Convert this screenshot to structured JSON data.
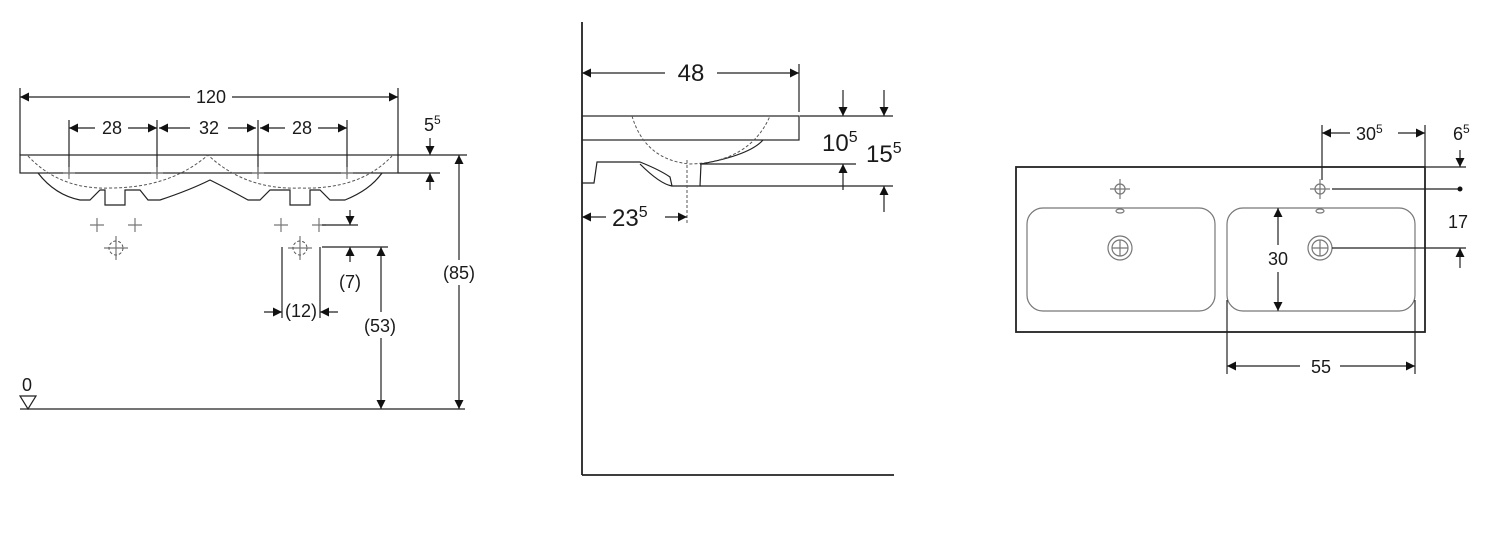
{
  "front_view": {
    "overall_width": "120",
    "tap_spacing_left": "28",
    "tap_spacing_middle": "32",
    "tap_spacing_right": "28",
    "slab_thickness": {
      "main": "5",
      "sup": "5"
    },
    "total_height": "(85)",
    "drain_height": "(53)",
    "drain_offset_vertical": "(7)",
    "drain_offset_horizontal": "(12)",
    "floor_level": "0"
  },
  "side_view": {
    "depth": "48",
    "bowl_depth": {
      "main": "10",
      "sup": "5"
    },
    "overall_depth": {
      "main": "15",
      "sup": "5"
    },
    "drain_distance": {
      "main": "23",
      "sup": "5"
    }
  },
  "top_view": {
    "tap_to_edge": {
      "main": "30",
      "sup": "5"
    },
    "tap_from_back": {
      "main": "6",
      "sup": "5"
    },
    "tap_to_drain": "17",
    "bowl_depth": "30",
    "bowl_width": "55"
  }
}
